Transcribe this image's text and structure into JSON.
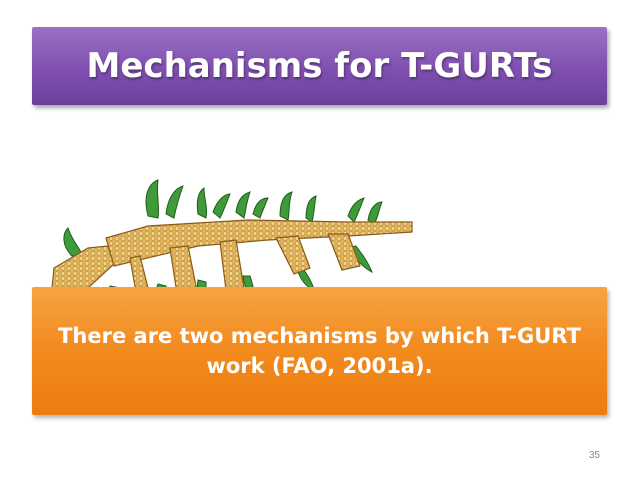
{
  "slide": {
    "title": "Mechanisms for T-GURTs",
    "body": "There are two mechanisms by which T-GURT work (FAO, 2001a).",
    "page_number": "35",
    "illustration": "corn-rifle-image"
  },
  "colors": {
    "title_bar": "#7f4fb0",
    "body_box": "#f28a1d",
    "text": "#ffffff"
  }
}
